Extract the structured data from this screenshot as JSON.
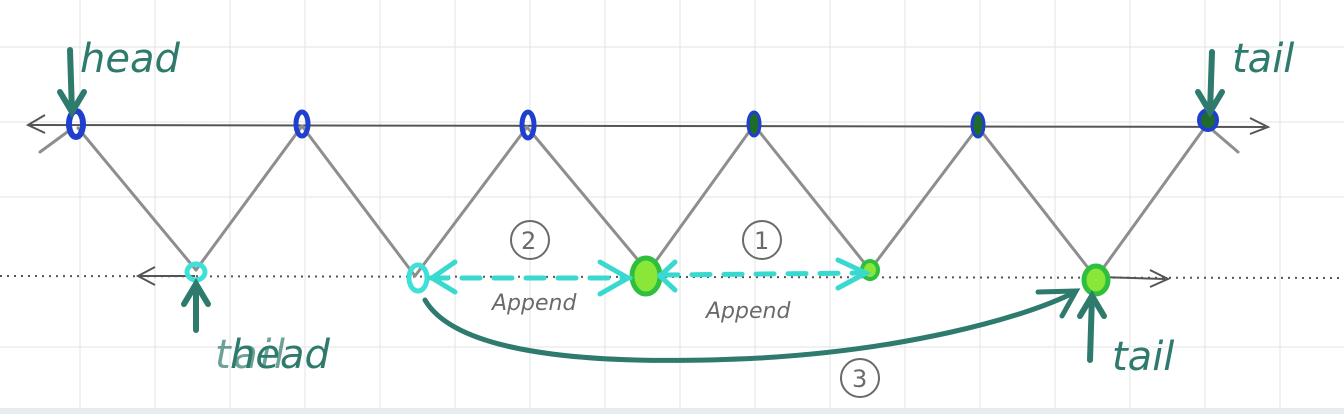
{
  "labels": {
    "top_head": "head",
    "top_tail": "tail",
    "bottom_head": "head",
    "bottom_head_scribble": "tail",
    "bottom_tail": "tail"
  },
  "steps": [
    {
      "number": "2",
      "text": "Append"
    },
    {
      "number": "1",
      "text": "Append"
    },
    {
      "number": "3",
      "text": ""
    }
  ],
  "colors": {
    "blue_node": "#1f3fcf",
    "dark_green_node": "#1f6b2c",
    "cyan_node": "#3fe0d8",
    "lime_node": "#8be63a",
    "teal_ink": "#2e7a6c",
    "gray_line": "#8a8a8a",
    "grid": "#e2e2e2"
  }
}
